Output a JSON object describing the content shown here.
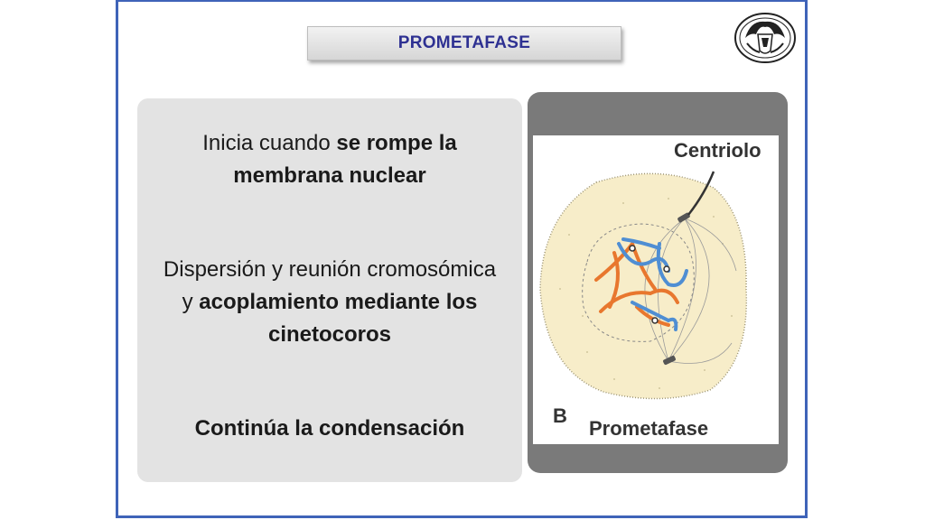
{
  "slide": {
    "title": "PROMETAFASE",
    "logo_icon": "university-crest-icon"
  },
  "text_panel": {
    "p1_start": "Inicia cuando ",
    "p1_bold": "se rompe la membrana nuclear",
    "p2_start": "Dispersión y reunión cromosómica y ",
    "p2_bold": "acoplamiento mediante los cinetocoros",
    "p3": "Continúa la condensación"
  },
  "figure": {
    "label_centriolo": "Centriolo",
    "label_letter": "B",
    "label_caption": "Prometafase",
    "colors": {
      "cytoplasm": "#f7edc9",
      "chromosome_orange": "#e8772e",
      "chromosome_blue": "#4f8ed3",
      "panel_bg": "#7a7a7a",
      "border": "#3f63b8",
      "title_text": "#2e3192"
    }
  }
}
